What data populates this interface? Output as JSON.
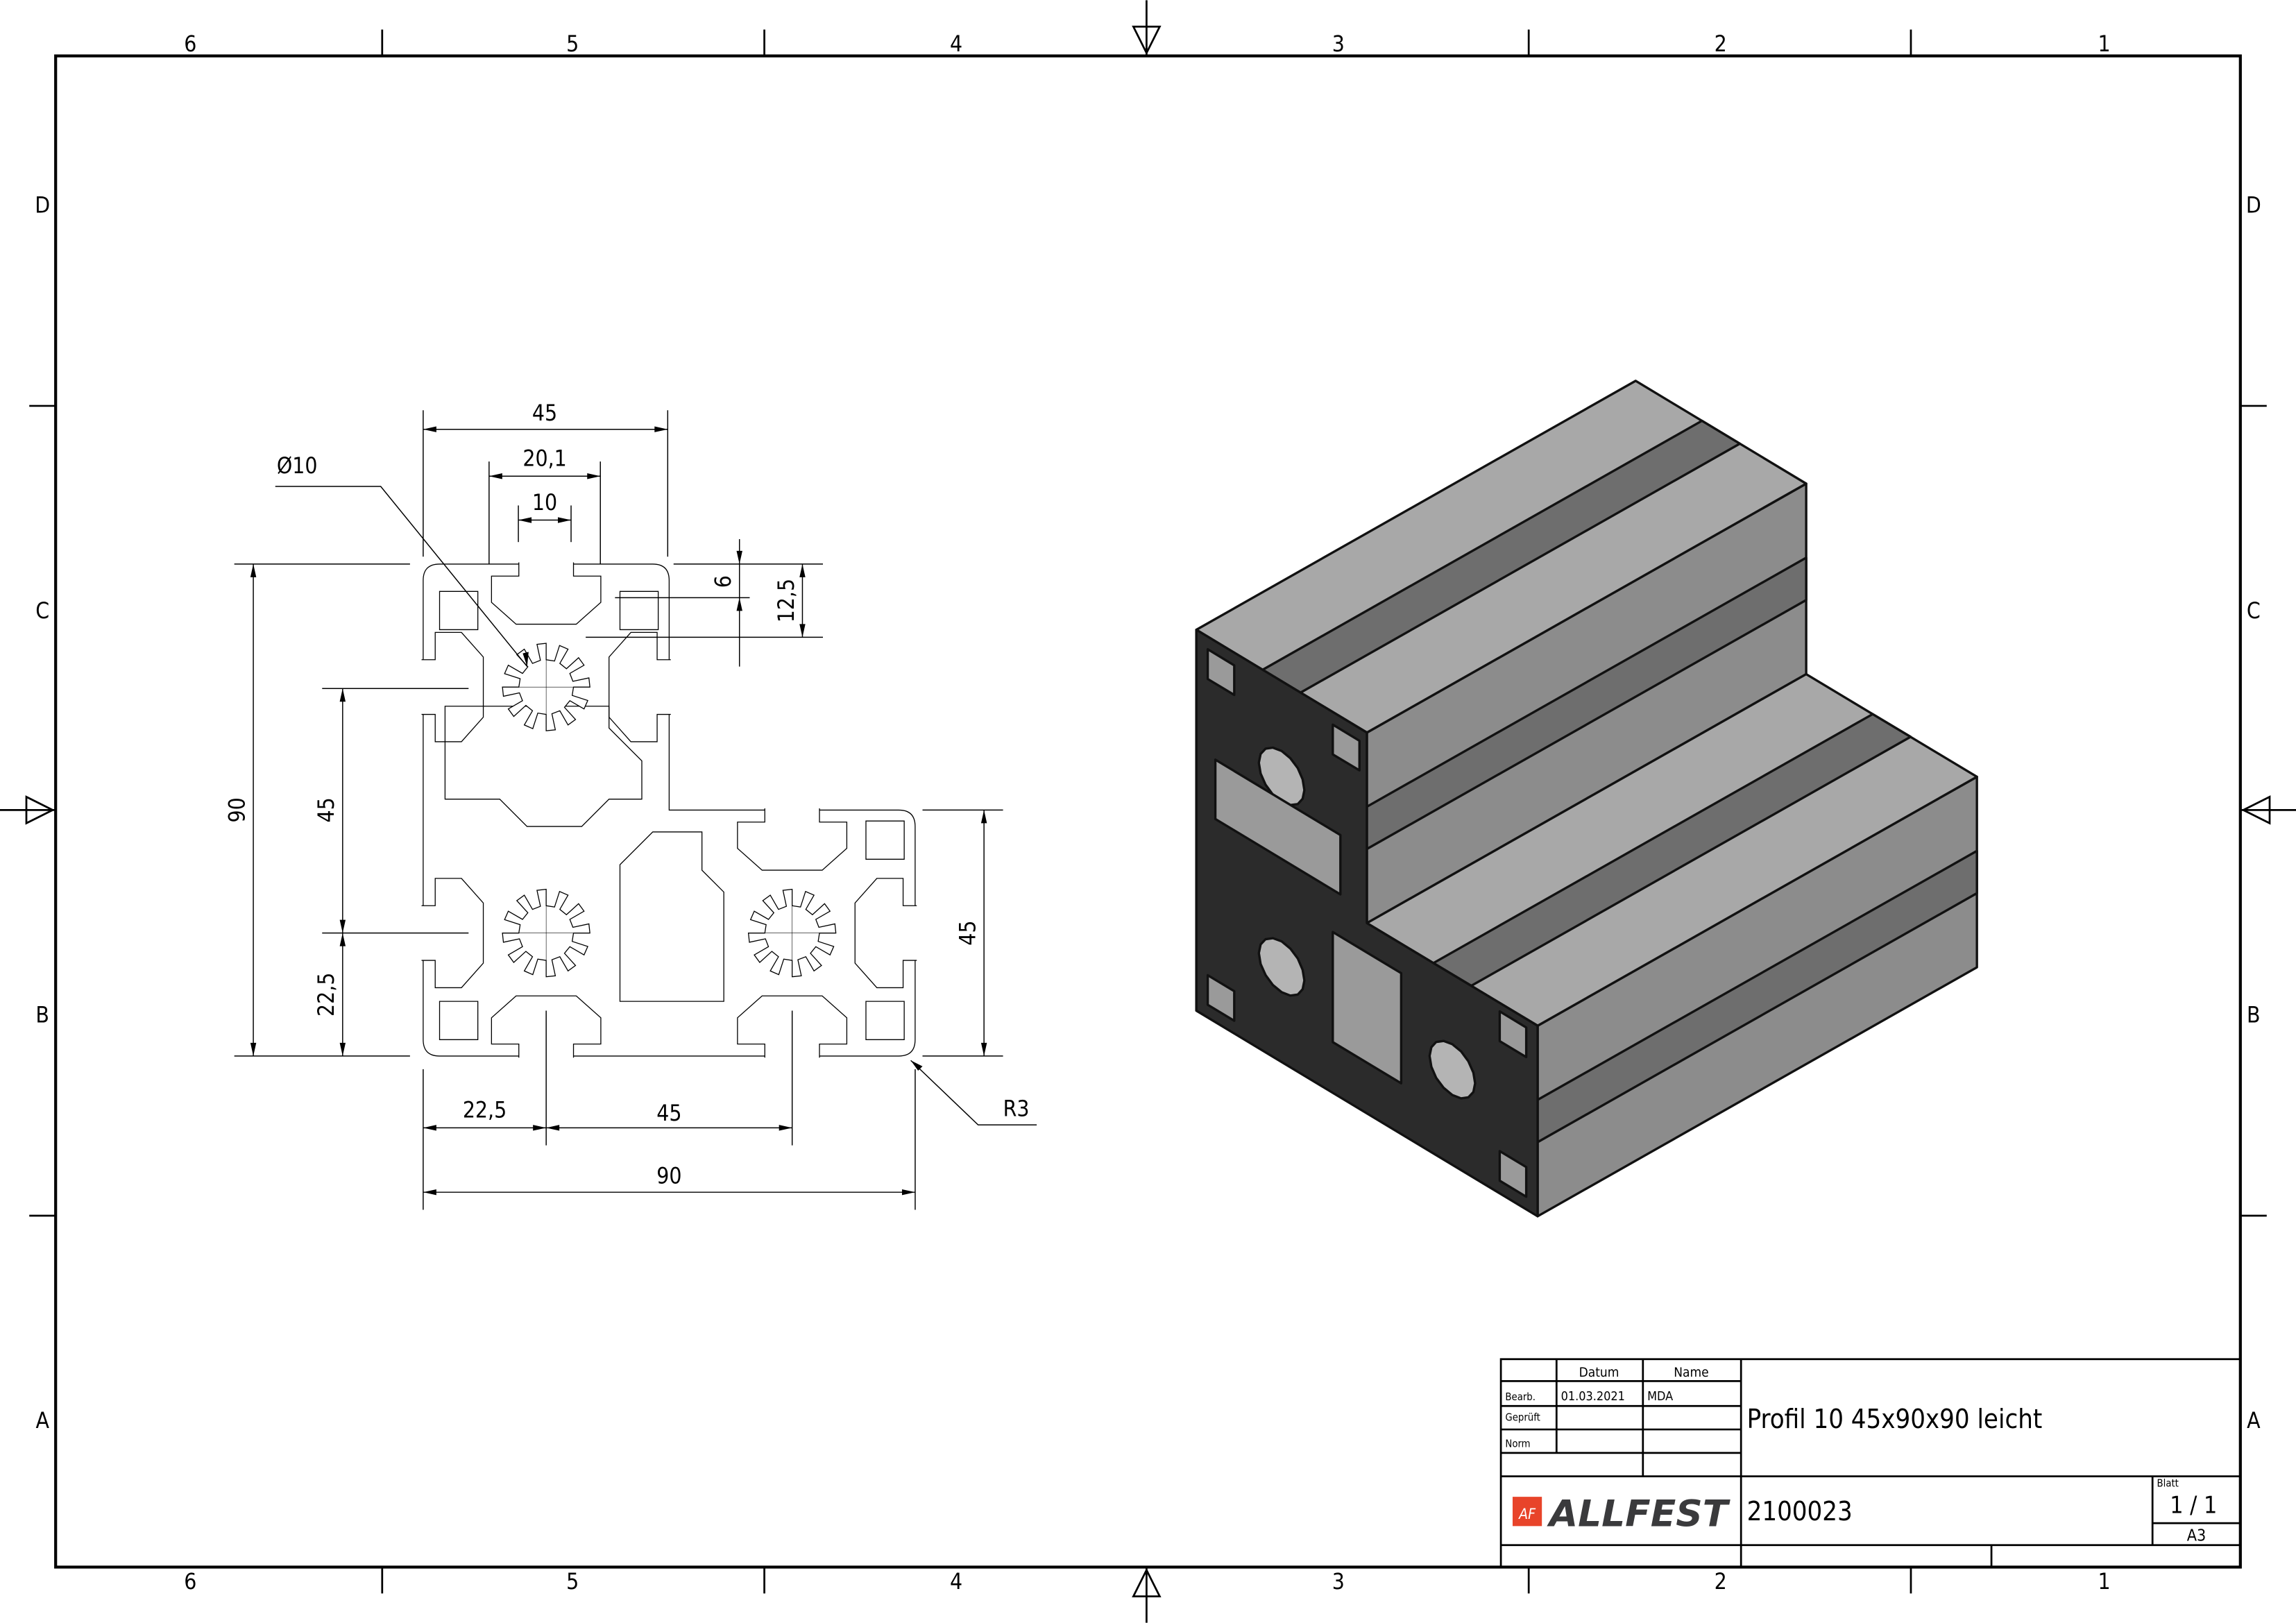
{
  "frame": {
    "columns": [
      "6",
      "5",
      "4",
      "3",
      "2",
      "1"
    ],
    "rows": [
      "D",
      "C",
      "B",
      "A"
    ]
  },
  "dimensions": {
    "top_width": "45",
    "slot_width": "20,1",
    "slot_opening": "10",
    "core_diameter": "Ø10",
    "slot_depth_small": "6",
    "slot_depth": "12,5",
    "total_height": "90",
    "pitch_vertical": "45",
    "offset_vertical": "22,5",
    "right_height": "45",
    "offset_horizontal": "22,5",
    "pitch_horizontal": "45",
    "total_width": "90",
    "corner_radius": "R3"
  },
  "title_block": {
    "header_date": "Datum",
    "header_name": "Name",
    "row_bearb": "Bearb.",
    "row_geprueft": "Geprüft",
    "row_norm": "Norm",
    "bearb_date": "01.03.2021",
    "bearb_name": "MDA",
    "title": "Profil 10 45x90x90 leicht",
    "logo_mark": "AF",
    "logo_text": "ALLFEST",
    "drawing_number": "2100023",
    "sheet_label": "Blatt",
    "sheet_value": "1 / 1",
    "format": "A3"
  },
  "colors": {
    "logo_red": "#e8442a",
    "logo_gray": "#3a3a3c",
    "profile_face": "#2b2b2b",
    "profile_top": "#a8a8a8",
    "profile_side": "#8c8c8c"
  }
}
